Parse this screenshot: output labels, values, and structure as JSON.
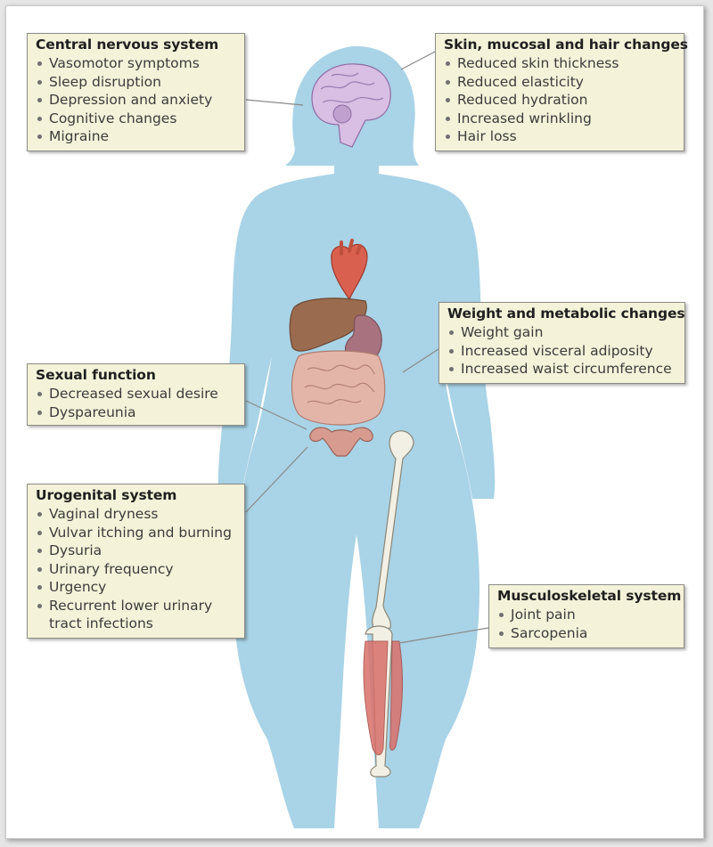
{
  "boxes": [
    {
      "id": "central-nervous-system",
      "title": "Central nervous system",
      "items": [
        "Vasomotor symptoms",
        "Sleep disruption",
        "Depression and anxiety",
        "Cognitive changes",
        "Migraine"
      ]
    },
    {
      "id": "skin-mucosal-hair",
      "title": "Skin, mucosal and hair changes",
      "items": [
        "Reduced skin thickness",
        "Reduced elasticity",
        "Reduced hydration",
        "Increased wrinkling",
        "Hair loss"
      ]
    },
    {
      "id": "weight-metabolic",
      "title": "Weight and metabolic changes",
      "items": [
        "Weight gain",
        "Increased visceral adiposity",
        "Increased waist circumference"
      ]
    },
    {
      "id": "sexual-function",
      "title": "Sexual function",
      "items": [
        "Decreased sexual desire",
        "Dyspareunia"
      ]
    },
    {
      "id": "urogenital-system",
      "title": "Urogenital system",
      "items": [
        "Vaginal dryness",
        "Vulvar itching and burning",
        "Dysuria",
        "Urinary frequency",
        "Urgency",
        "Recurrent lower urinary tract infections"
      ]
    },
    {
      "id": "musculoskeletal-system",
      "title": "Musculoskeletal system",
      "items": [
        "Joint pain",
        "Sarcopenia"
      ]
    }
  ],
  "colors": {
    "body_silhouette": "#a9d3e6",
    "box_fill": "#f4f2d9",
    "box_border": "#8c8c86",
    "heart": "#d9604f",
    "liver": "#9a6b4f",
    "stomach": "#a8737f",
    "intestine": "#e3b4a8",
    "uterus": "#d79b8f",
    "bone": "#f2efe4",
    "muscle": "#d9706a",
    "brain": "#c9a7d8"
  }
}
